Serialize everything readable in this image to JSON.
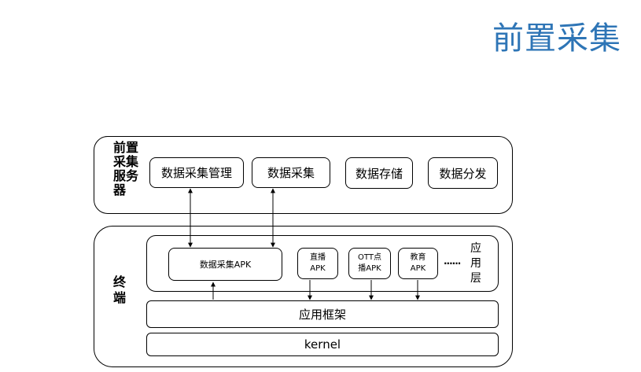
{
  "title": "前置采集",
  "server": {
    "label": "前置\n采集\n服务\n器",
    "modules": [
      "数据采集管理",
      "数据采集",
      "数据存储",
      "数据分发"
    ]
  },
  "terminal": {
    "label": "终\n端",
    "app_layer": {
      "label": "应\n用\n层",
      "apps": [
        "数据采集APK",
        "直播\nAPK",
        "OTT点\n播APK",
        "教育\nAPK"
      ],
      "ellipsis": "......"
    },
    "framework": "应用框架",
    "kernel": "kernel"
  }
}
